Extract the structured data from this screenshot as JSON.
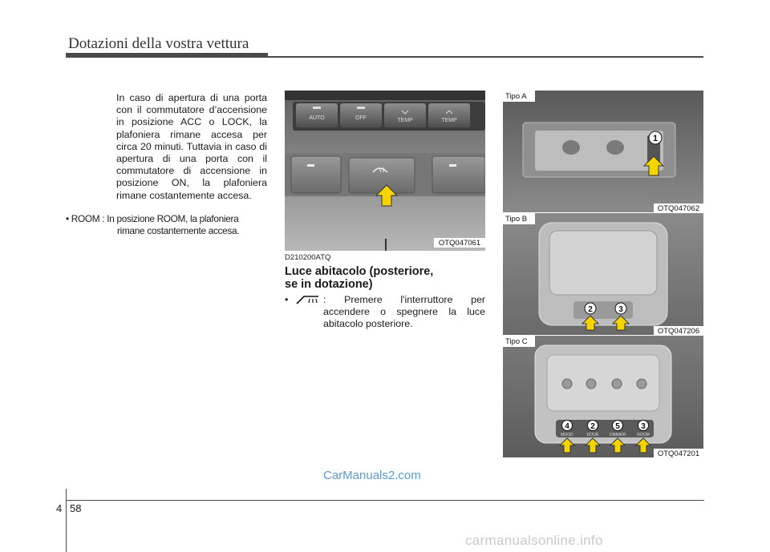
{
  "header": {
    "title": "Dotazioni della vostra vettura"
  },
  "column1": {
    "paragraph": "In caso di apertura di una porta con il commutatore d’accensione in posizione ACC o LOCK, la plafoniera rimane accesa per circa 20 minuti. Tuttavia in caso di apertura di una porta con il commutatore di accensione in posizione ON, la plafoniera rimane costantemente accesa.",
    "bullet_line1": "• ROOM : In posizione ROOM, la plafoniera",
    "bullet_line2": "rimane costantemente accesa."
  },
  "photo_center": {
    "code": "OTQ047061",
    "buttons": [
      "AUTO",
      "OFF",
      "TEMP",
      "TEMP"
    ]
  },
  "section": {
    "code": "D210200ATQ",
    "title_line1": "Luce abitacolo (posteriore,",
    "title_line2": "se in dotazione)",
    "bullet_dot": "•",
    "bullet_text": ": Premere l'interruttore per accendere o spegnere la luce abitacolo posteriore."
  },
  "photos_right": {
    "tipo_a": {
      "label": "Tipo A",
      "code": "OTQ047062",
      "callout": "1"
    },
    "tipo_b": {
      "label": "Tipo B",
      "code": "OTQ047206",
      "callouts": [
        "2",
        "3"
      ]
    },
    "tipo_c": {
      "label": "Tipo C",
      "code": "OTQ047201",
      "callouts": [
        "4",
        "2",
        "5",
        "3"
      ],
      "buttons": [
        "MOOD",
        "DOOR",
        "DIMMER",
        "ROOM"
      ]
    }
  },
  "watermark": "CarManuals2.com",
  "footer": {
    "chapter": "4",
    "page": "58",
    "site": "carmanualsonline.info"
  },
  "colors": {
    "arrow": "#f5d400",
    "watermark": "#5b9bd5",
    "rule": "#4a4a4a"
  }
}
